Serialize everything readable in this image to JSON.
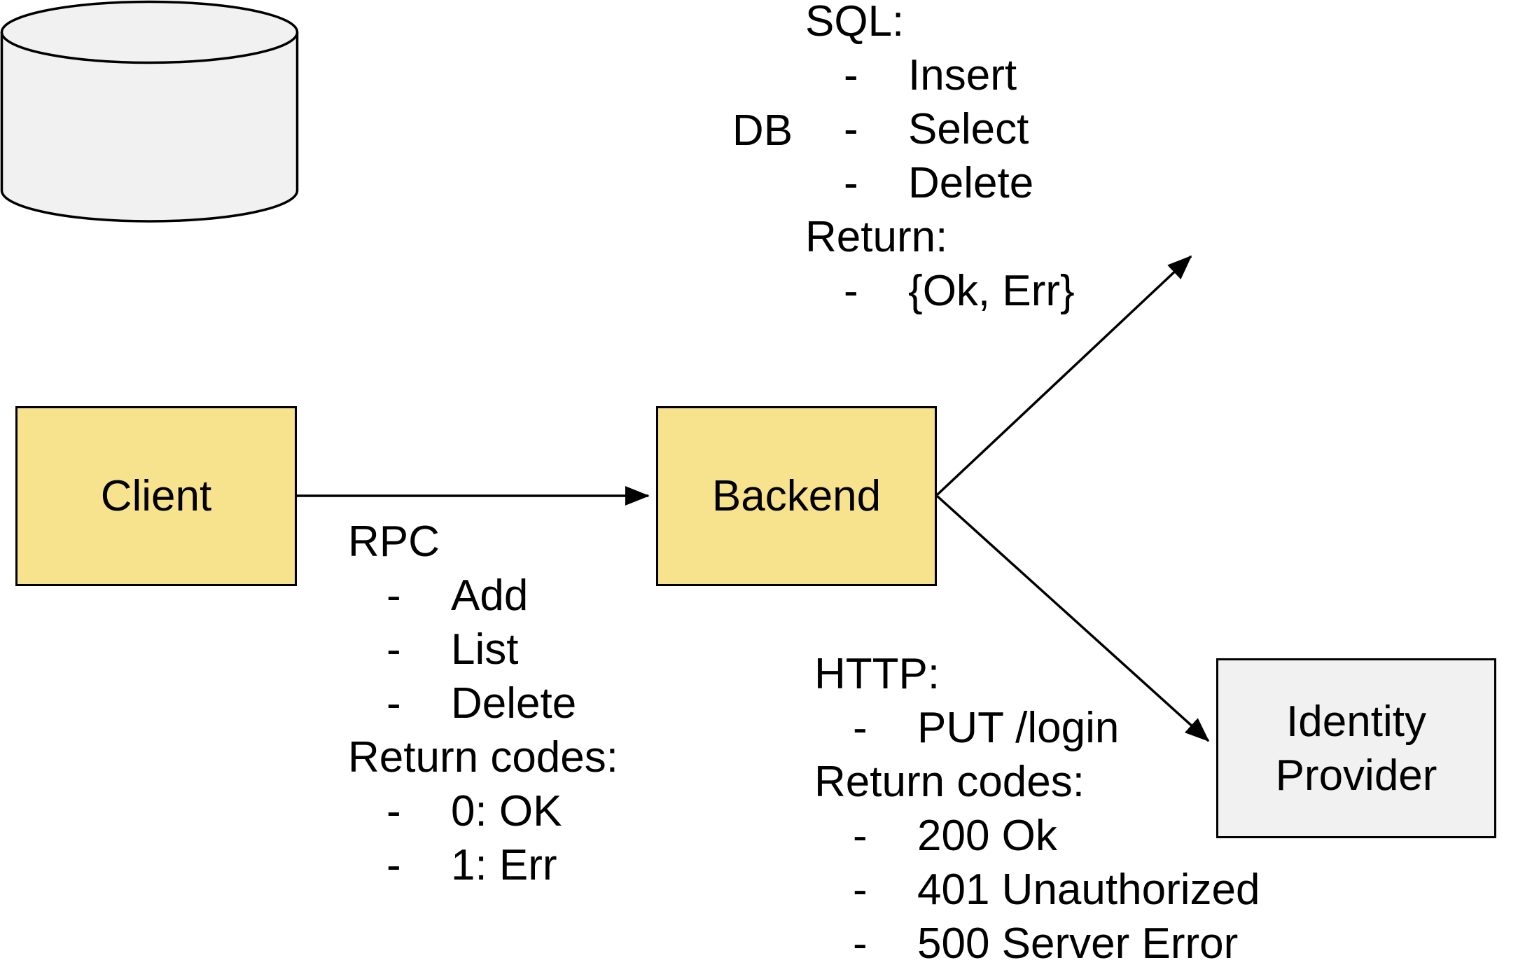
{
  "nodes": {
    "client": {
      "label": "Client"
    },
    "backend": {
      "label": "Backend"
    },
    "db": {
      "label": "DB"
    },
    "identity_provider": {
      "label": "Identity Provider"
    }
  },
  "notes": {
    "sql": {
      "lines": [
        {
          "text": "SQL:",
          "bullet": false
        },
        {
          "text": "Insert",
          "bullet": true
        },
        {
          "text": "Select",
          "bullet": true
        },
        {
          "text": "Delete",
          "bullet": true
        },
        {
          "text": "Return:",
          "bullet": false
        },
        {
          "text": "{Ok, Err}",
          "bullet": true
        }
      ]
    },
    "rpc": {
      "lines": [
        {
          "text": "RPC",
          "bullet": false
        },
        {
          "text": "Add",
          "bullet": true
        },
        {
          "text": "List",
          "bullet": true
        },
        {
          "text": "Delete",
          "bullet": true
        },
        {
          "text": "Return codes:",
          "bullet": false
        },
        {
          "text": "0: OK",
          "bullet": true
        },
        {
          "text": "1: Err",
          "bullet": true
        }
      ]
    },
    "http": {
      "lines": [
        {
          "text": "HTTP:",
          "bullet": false
        },
        {
          "text": "PUT /login",
          "bullet": true
        },
        {
          "text": "Return codes:",
          "bullet": false
        },
        {
          "text": "200 Ok",
          "bullet": true
        },
        {
          "text": "401 Unauthorized",
          "bullet": true
        },
        {
          "text": "500 Server Error",
          "bullet": true
        }
      ]
    }
  },
  "bullet_char": "-",
  "colors": {
    "service_fill": "#F7E28E",
    "datastore_fill": "#F1F1F1",
    "stroke": "#000000"
  }
}
